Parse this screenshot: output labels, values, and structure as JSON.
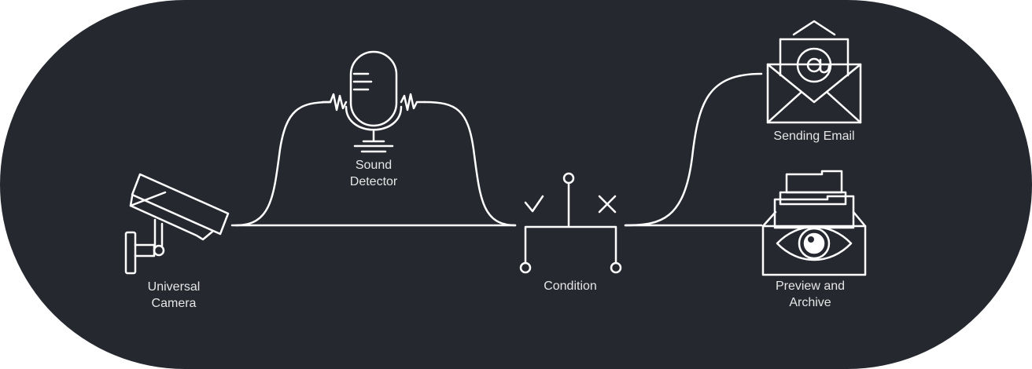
{
  "nodes": {
    "camera": {
      "line1": "Universal",
      "line2": "Camera",
      "icon": "security-camera-icon"
    },
    "sound": {
      "line1": "Sound",
      "line2": "Detector",
      "icon": "microphone-icon"
    },
    "condition": {
      "label": "Condition",
      "icon": "condition-branch-icon",
      "true_symbol": "✓",
      "false_symbol": "✕"
    },
    "email": {
      "label": "Sending Email",
      "icon": "email-at-icon"
    },
    "archive": {
      "line1": "Preview and",
      "line2": "Archive",
      "icon": "archive-eye-icon"
    }
  },
  "colors": {
    "background": "#262830",
    "stroke": "#ffffff",
    "text": "#e6e6e6"
  }
}
